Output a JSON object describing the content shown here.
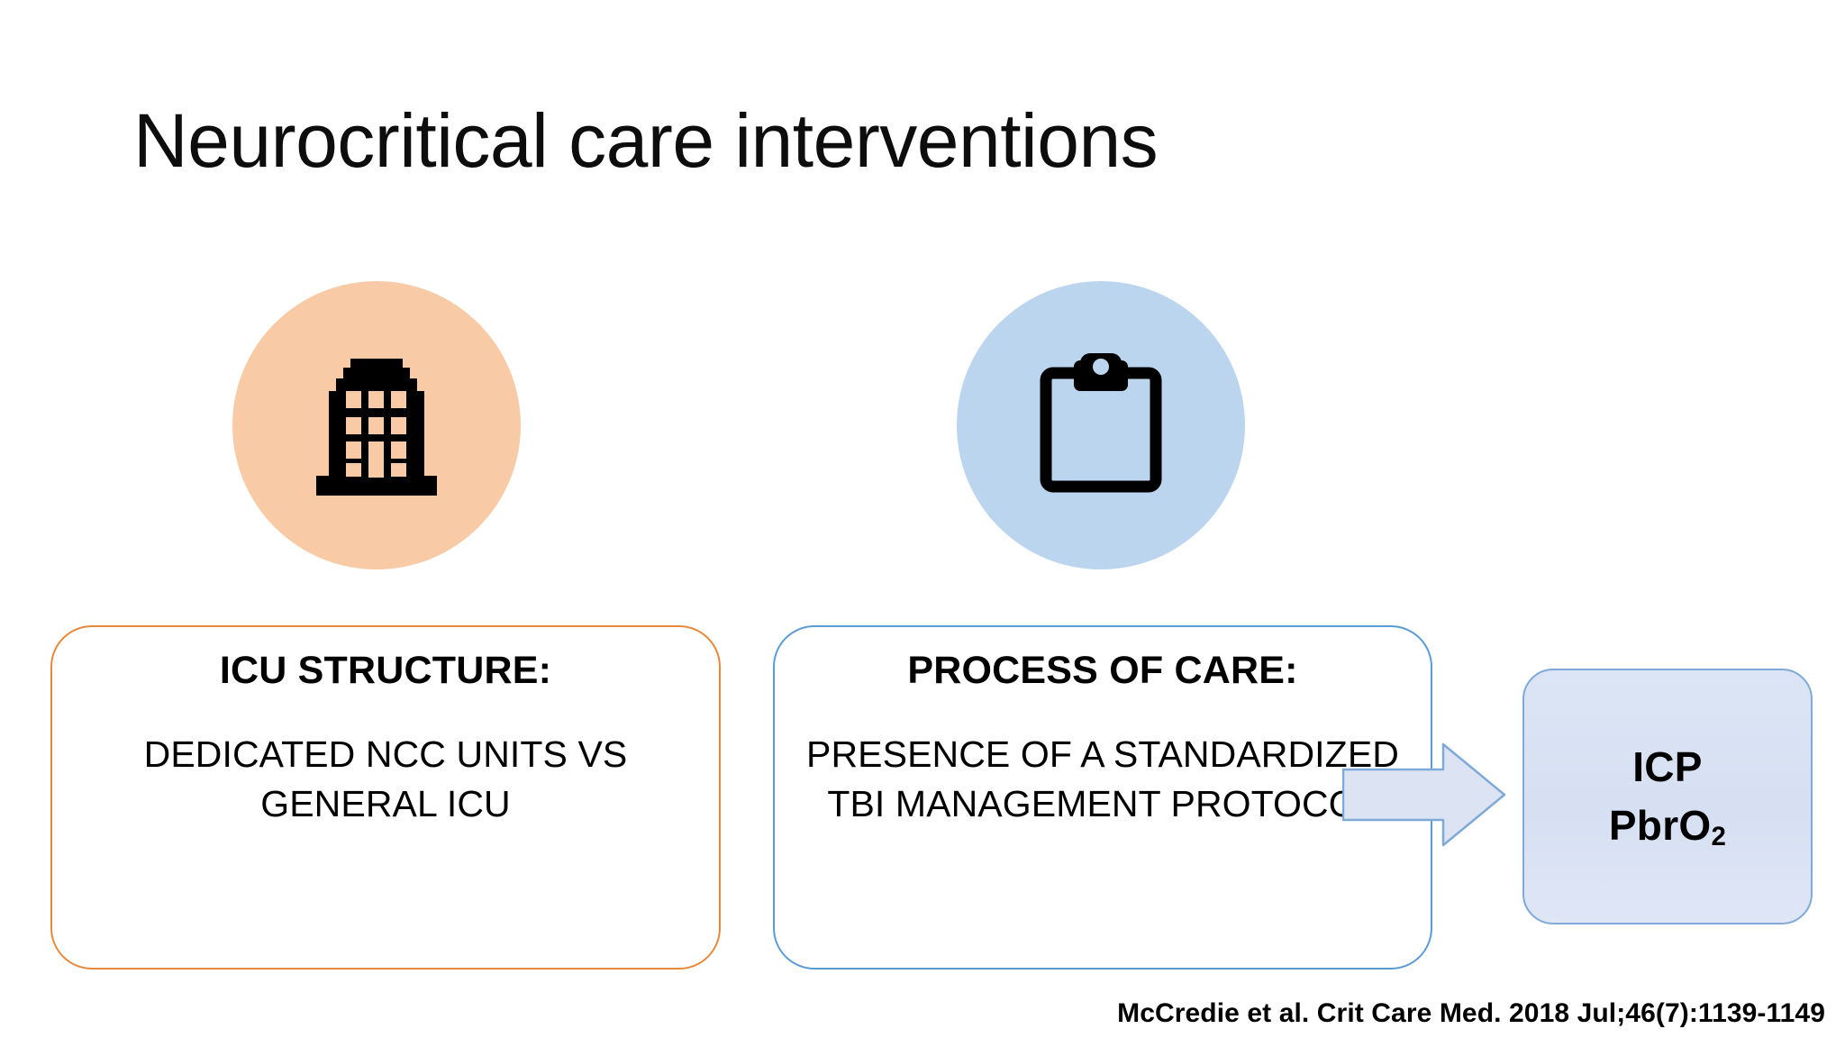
{
  "slide": {
    "title": "Neurocritical care interventions",
    "background_color": "#ffffff",
    "citation": "McCredie et al. Crit Care Med. 2018 Jul;46(7):1139-1149"
  },
  "icons": [
    {
      "name": "building-icon",
      "circle_color": "#f8cba6",
      "glyph_color": "#000000"
    },
    {
      "name": "clipboard-icon",
      "circle_color": "#bcd5ee",
      "glyph_color": "#000000"
    }
  ],
  "boxes": [
    {
      "id": "structure",
      "heading": "ICU STRUCTURE:",
      "body": "DEDICATED NCC UNITS VS GENERAL ICU",
      "border_color": "#e8883a",
      "fill_color": "#ffffff"
    },
    {
      "id": "process",
      "heading": "PROCESS OF CARE:",
      "body": "PRESENCE OF A STANDARDIZED TBI MANAGEMENT PROTOCOL",
      "border_color": "#5b9bd5",
      "fill_color": "#ffffff"
    }
  ],
  "arrow": {
    "name": "right-arrow",
    "fill_color": "#dce4f3",
    "border_color": "#7fa9d6",
    "direction": "right"
  },
  "outcome": {
    "line1": "ICP",
    "line2_main": "PbrO",
    "line2_sub": "2",
    "border_color": "#7fa9d6",
    "fill_color": "#d9e2f3"
  }
}
